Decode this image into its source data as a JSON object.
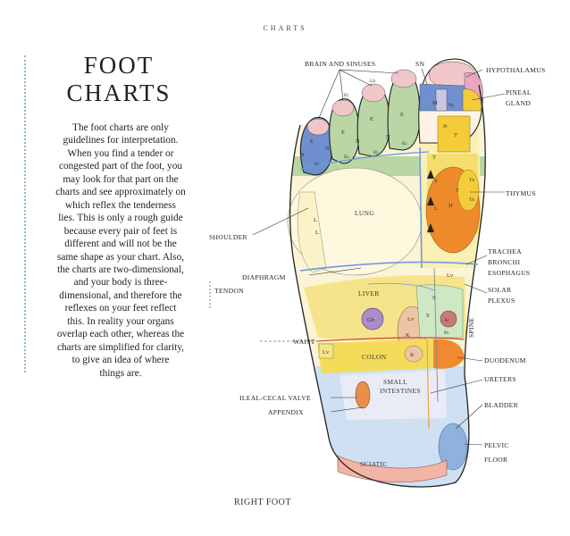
{
  "header": {
    "running_head": "CHARTS"
  },
  "title": {
    "line1": "FOOT",
    "line2": "CHARTS"
  },
  "body_lines": [
    "The foot charts are only",
    "guidelines for interpretation.",
    "When you find a tender or",
    "congested part of the foot, you",
    "may look for that part on the",
    "charts and see approximately on",
    "which reflex the tenderness",
    "lies. This is only a rough guide",
    "because every pair of feet is",
    "different and will not be the",
    "same shape as your chart. Also,",
    "the charts are two-dimensional,",
    "and your body is three-",
    "dimensional, and therefore the",
    "reflexes on your feet reflect",
    "this. In reality your organs",
    "overlap each other, whereas the",
    "charts are simplified for clarity,",
    "to give an idea of where",
    "things are."
  ],
  "caption": "RIGHT FOOT",
  "labels": {
    "brain_sinuses": "BRAIN AND SINUSES",
    "sn": "SN",
    "hypothalamus": "HYPOTHALAMUS",
    "pineal": "PINEAL",
    "gland": "GLAND",
    "thymus": "THYMUS",
    "shoulder": "SHOULDER",
    "trachea": "TRACHEA",
    "bronchi": "BRONCHI",
    "esophagus": "ESOPHAGUS",
    "diaphragm": "DIAPHRAGM",
    "tendon": "TENDON",
    "solar": "SOLAR",
    "plexus": "PLEXUS",
    "spine": "SPINE",
    "waist": "WAIST",
    "duodenum": "DUODENUM",
    "ureters": "URETERS",
    "ileal_cecal": "ILEAL-CECAL VALVE",
    "appendix": "APPENDIX",
    "bladder": "BLADDER",
    "pelvic": "PELVIC",
    "floor": "FLOOR"
  },
  "zones": {
    "lung": "LUNG",
    "liver": "LIVER",
    "colon": "COLON",
    "small": "SMALL",
    "intestines": "INTESTINES",
    "sciatic": "SCIATIC",
    "ec": "Ec",
    "et": "Et",
    "e": "E",
    "lb": "Lb",
    "n": "N",
    "m": "M",
    "pg": "Pg",
    "pt": "Pt",
    "t": "T",
    "h": "H",
    "th": "Th",
    "l": "L",
    "lv": "Lv",
    "gb": "Gb",
    "k": "K",
    "s": "S",
    "ar": "Ar",
    "ps": "Ps"
  },
  "colors": {
    "toe_pink": "#f1c6c8",
    "toe_green": "#b9d6a4",
    "toe_blue": "#6f8fcf",
    "lung_cream": "#fbf3c8",
    "heart_orange": "#ef8a2a",
    "thymus_yellow": "#f4cc39",
    "liver_yellow": "#f6e48a",
    "colon_yellow": "#f3dc5a",
    "gb_purple": "#a98cc9",
    "kidney_tan": "#ecc6a2",
    "duodenum_orange": "#f0892f",
    "heel_blue": "#8fb1de",
    "sciatic_pink": "#f2b4a6",
    "blue_line": "#6f9ae0"
  }
}
